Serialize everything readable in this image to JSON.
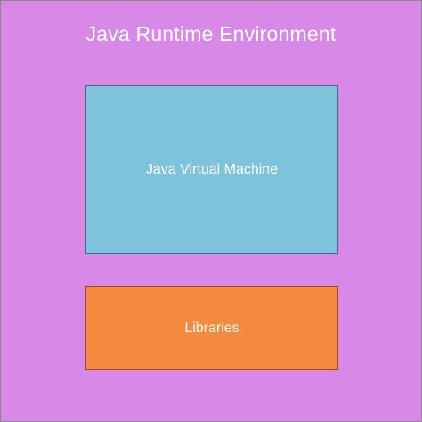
{
  "diagram": {
    "outer": {
      "label": "Java Runtime Environment",
      "color": "#d888e6"
    },
    "jvm": {
      "label": "Java Virtual Machine",
      "color": "#7ec3dc"
    },
    "libraries": {
      "label": "Libraries",
      "color": "#f58a3f"
    },
    "text_color": "#ffffff"
  }
}
